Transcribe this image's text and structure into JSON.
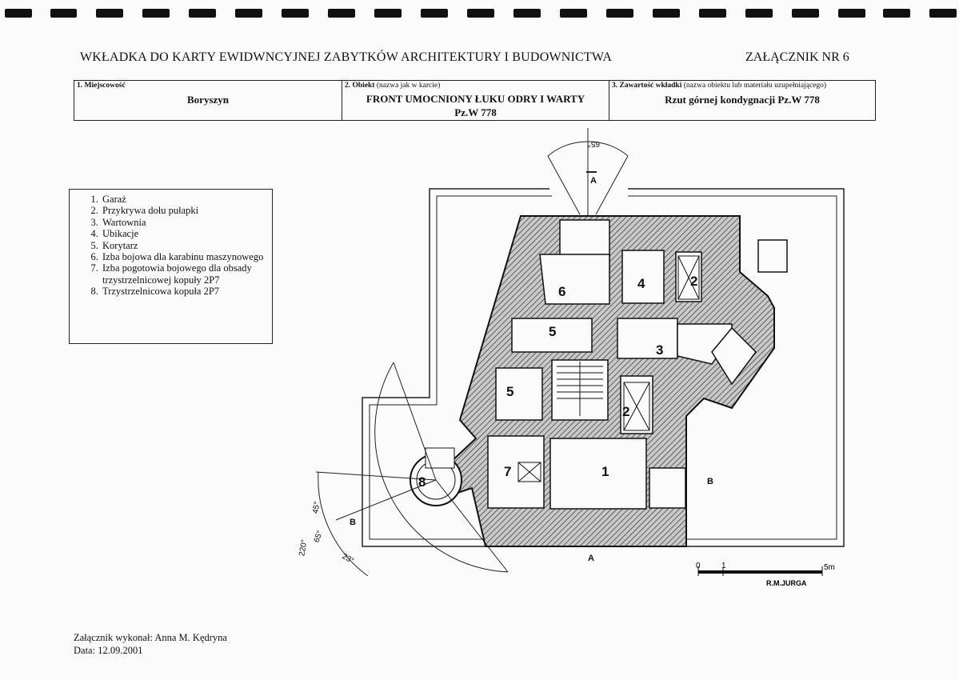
{
  "document": {
    "title": "WKŁADKA DO KARTY EWIDWNCYJNEJ ZABYTKÓW ARCHITEKTURY I BUDOWNICTWA",
    "annex": "ZAŁĄCZNIK NR 6"
  },
  "header_table": {
    "locality": {
      "label_num": "1. Miejscowość",
      "value": "Boryszyn"
    },
    "object": {
      "label_bold": "2. Obiekt",
      "label_rest": " (nazwa jak w karcie)",
      "value_line1": "FRONT UMOCNIONY ŁUKU ODRY I WARTY",
      "value_line2": "Pz.W 778"
    },
    "content": {
      "label_bold": "3. Zawartość wkładki",
      "label_rest": " (nazwa obiektu lub materiału uzupełniającego)",
      "value": "Rzut górnej kondygnacji Pz.W 778"
    }
  },
  "legend": {
    "items": [
      "Garaż",
      "Przykrywa dołu pułapki",
      "Wartownia",
      "Ubikacje",
      "Korytarz",
      "Izba bojowa dla karabinu maszynowego",
      "Izba pogotowia bojowego dla obsady trzystrzelnicowej kopuły 2P7",
      "Trzystrzelnicowa kopuła 2P7"
    ]
  },
  "plan": {
    "room_numbers": [
      "1",
      "2",
      "2",
      "3",
      "4",
      "5",
      "5",
      "6",
      "7",
      "8"
    ],
    "section_marks": [
      "A",
      "A",
      "B",
      "B"
    ],
    "angles": [
      "65°",
      "45°",
      "65°",
      "220°",
      "23°"
    ],
    "scale_labels": [
      "0",
      "1",
      "5m"
    ],
    "author": "R.M.JURGA"
  },
  "footer": {
    "made_by": "Załącznik wykonał: Anna M. Kędryna",
    "date": "Data: 12.09.2001"
  }
}
